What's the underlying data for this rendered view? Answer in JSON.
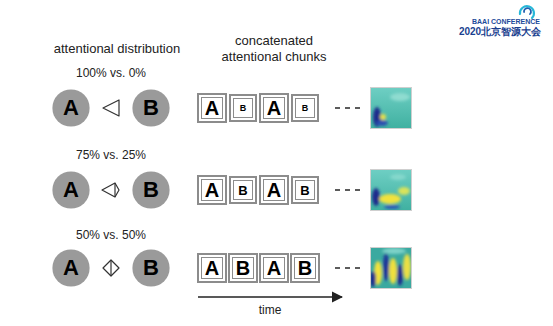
{
  "diagram": {
    "nodes": [
      {
        "text": [
          "A"
        ]
      },
      {
        "text": [
          "B"
        ]
      },
      {
        "text": [
          "A"
        ]
      },
      {
        "text": [
          "B"
        ]
      },
      {
        "text": [
          "A"
        ]
      },
      {
        "text": [
          "B"
        ]
      },
      {
        "text": [
          "A"
        ]
      },
      {
        "text": [
          "B"
        ]
      },
      {
        "text": [
          "A"
        ]
      },
      {
        "text": [
          "B"
        ]
      },
      {
        "text": [
          "A"
        ]
      },
      {
        "text": [
          "B"
        ]
      },
      {
        "text": [
          "A"
        ]
      },
      {
        "text": [
          "B"
        ]
      },
      {
        "text": [
          "A"
        ]
      },
      {
        "text": [
          "B"
        ]
      },
      {
        "text": [
          "A"
        ]
      },
      {
        "text": [
          "B"
        ]
      }
    ],
    "labels": [
      "BAAI CONFERENCE",
      "2020北京智源大会",
      "attentional distribution",
      "concatenated attentional chunks",
      "100% vs. 0%",
      "75% vs. 25%",
      "50% vs. 50%",
      "time"
    ]
  }
}
